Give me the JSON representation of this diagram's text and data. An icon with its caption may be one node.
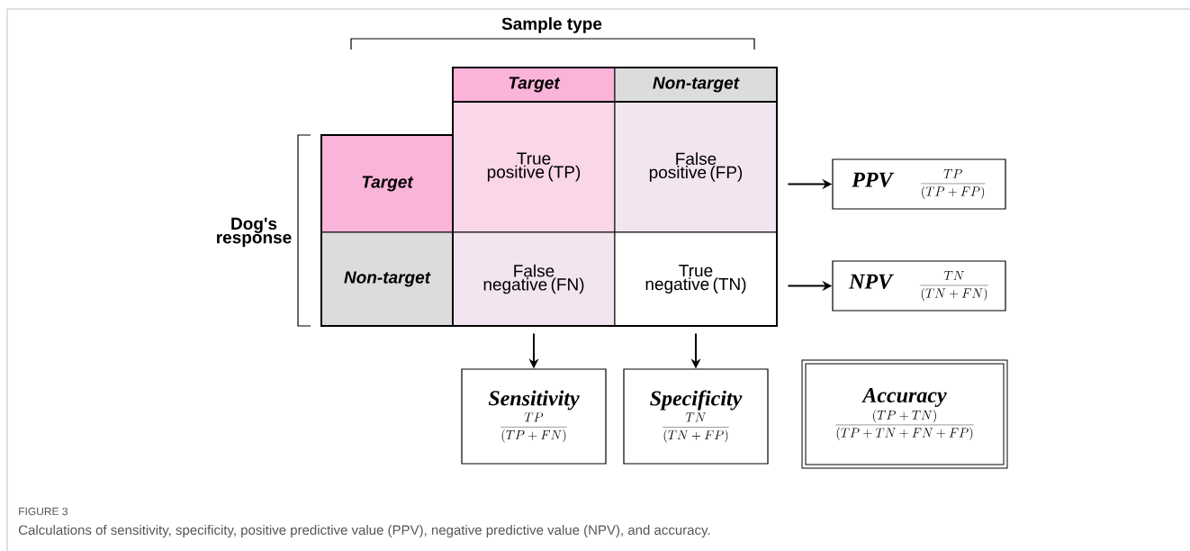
{
  "diagram": {
    "caption": "Calculations of sensitivity, specificity, positive predictive value (PPV), negative predictive value (NPV), and accuracy.",
    "nodes": [
      {
        "text": [
          "Target"
        ]
      },
      {
        "text": [
          "Non-target"
        ]
      },
      {
        "text": [
          "Target"
        ]
      },
      {
        "text": [
          "True positive (TP)"
        ]
      },
      {
        "text": [
          "False positive (FP)"
        ]
      },
      {
        "text": [
          "Non-target"
        ]
      },
      {
        "text": [
          "False negative (FN)"
        ]
      },
      {
        "text": [
          "True negative (TN)"
        ]
      },
      {
        "text": [
          "PPV",
          "\\frac{TP}{(TP+FP)}"
        ]
      },
      {
        "text": [
          "NPV",
          "\\frac{TN}{(TN+FN)}"
        ]
      },
      {
        "text": [
          "Sensitivity",
          "\\frac{TP}{(TP+FN)}"
        ]
      },
      {
        "text": [
          "Specificity",
          "\\frac{TN}{(TN+FP)}"
        ]
      },
      {
        "text": [
          "Accuracy",
          "\\frac{(TP+TN)}{(TP+TN+FN+FP)}"
        ]
      }
    ],
    "edges": [
      {
        "from": 4,
        "to": 8,
        "arrow": "to"
      },
      {
        "from": 7,
        "to": 9,
        "arrow": "to"
      },
      {
        "from": 6,
        "to": 10,
        "arrow": "to"
      },
      {
        "from": 7,
        "to": 11,
        "arrow": "to"
      }
    ],
    "labels": [
      "Sample type",
      "Dog's response",
      "FIGURE 3"
    ]
  }
}
